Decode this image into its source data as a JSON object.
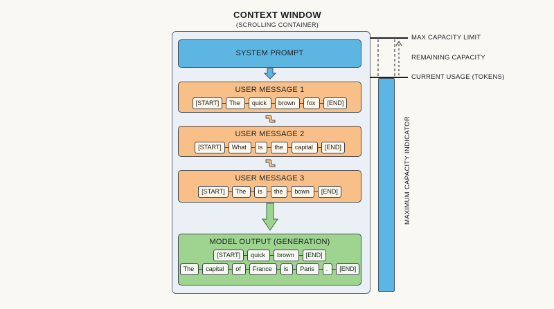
{
  "title": "CONTEXT WINDOW",
  "subtitle": "(SCROLLING CONTAINER)",
  "system_prompt": {
    "label": "SYSTEM PROMPT"
  },
  "messages": [
    {
      "label": "USER MESSAGE 1",
      "tokens": [
        "[START]",
        "The",
        "quick",
        "brown",
        "fox",
        "[END]"
      ]
    },
    {
      "label": "USER MESSAGE 2",
      "tokens": [
        "[START]",
        "What",
        "is",
        "the",
        "capital",
        "[END]"
      ]
    },
    {
      "label": "USER MESSAGE 3",
      "tokens": [
        "[START]",
        "The",
        "is",
        "the",
        "bown",
        "[END]"
      ]
    }
  ],
  "output": {
    "label": "MODEL OUTPUT (GENERATION)",
    "row1": [
      "[START]",
      "quick",
      "brown",
      "[END]"
    ],
    "row2": [
      "The",
      "capital",
      "of",
      "France",
      "is",
      "Paris",
      ".",
      "[END]"
    ]
  },
  "scale": {
    "max_limit": "MAX CAPACITY LIMIT",
    "remaining": "REMAINING CAPACITY",
    "current": "CURRENT USAGE (TOKENS)",
    "vertical": "MAXIMUM CAPACITY INDICATOR"
  },
  "colors": {
    "system": "#5db5e1",
    "user": "#f8c088",
    "output": "#9ed48f",
    "container": "#eaf0f6"
  }
}
